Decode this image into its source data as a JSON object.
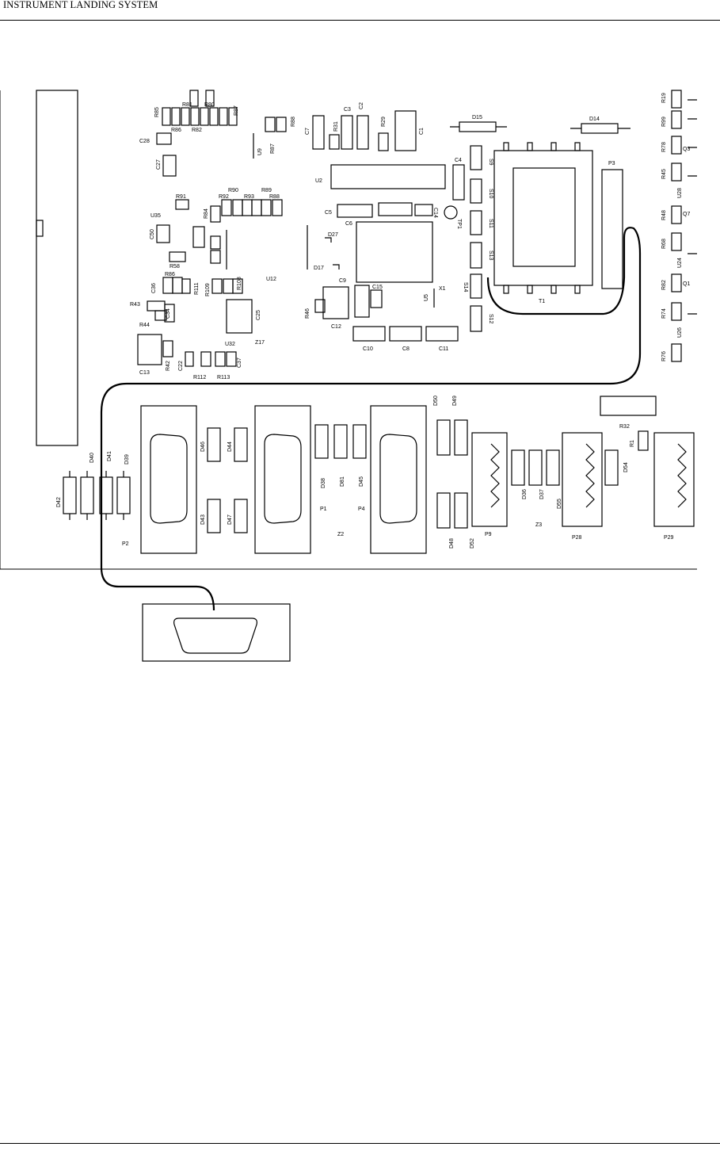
{
  "header": {
    "title": "INSTRUMENT LANDING SYSTEM"
  },
  "diagram": {
    "components": [
      {
        "id": "R81",
        "label": "R81"
      },
      {
        "id": "R80",
        "label": "R80"
      },
      {
        "id": "R85",
        "label": "R85"
      },
      {
        "id": "R86",
        "label": "R86"
      },
      {
        "id": "R82",
        "label": "R82"
      },
      {
        "id": "R87",
        "label": "R87"
      },
      {
        "id": "C28",
        "label": "C28"
      },
      {
        "id": "C27",
        "label": "C27"
      },
      {
        "id": "C7",
        "label": "C7"
      },
      {
        "id": "R31",
        "label": "R31"
      },
      {
        "id": "C3",
        "label": "C3"
      },
      {
        "id": "C2",
        "label": "C2"
      },
      {
        "id": "R29",
        "label": "R29"
      },
      {
        "id": "C1",
        "label": "C1"
      },
      {
        "id": "R87b",
        "label": "R87"
      },
      {
        "id": "R88",
        "label": "R88"
      },
      {
        "id": "U9",
        "label": "U9"
      },
      {
        "id": "D15",
        "label": "D15"
      },
      {
        "id": "D14",
        "label": "D14"
      },
      {
        "id": "R19",
        "label": "R19"
      },
      {
        "id": "R99",
        "label": "R99"
      },
      {
        "id": "R78",
        "label": "R78"
      },
      {
        "id": "Q3",
        "label": "Q3"
      },
      {
        "id": "R45",
        "label": "R45"
      },
      {
        "id": "U28",
        "label": "U28"
      },
      {
        "id": "R48",
        "label": "R48"
      },
      {
        "id": "Q7",
        "label": "Q7"
      },
      {
        "id": "R68",
        "label": "R68"
      },
      {
        "id": "U24",
        "label": "U24"
      },
      {
        "id": "R82b",
        "label": "R82"
      },
      {
        "id": "Q1",
        "label": "Q1"
      },
      {
        "id": "R74",
        "label": "R74"
      },
      {
        "id": "U26",
        "label": "U26"
      },
      {
        "id": "R76",
        "label": "R76"
      },
      {
        "id": "U2",
        "label": "U2"
      },
      {
        "id": "C4",
        "label": "C4"
      },
      {
        "id": "S9",
        "label": "S9"
      },
      {
        "id": "S10",
        "label": "S10"
      },
      {
        "id": "S11",
        "label": "S11"
      },
      {
        "id": "S13",
        "label": "S13"
      },
      {
        "id": "S14",
        "label": "S14"
      },
      {
        "id": "S12",
        "label": "S12"
      },
      {
        "id": "TP1",
        "label": "TP1"
      },
      {
        "id": "T1",
        "label": "T1"
      },
      {
        "id": "P3",
        "label": "P3"
      },
      {
        "id": "R91",
        "label": "R91"
      },
      {
        "id": "R92",
        "label": "R92"
      },
      {
        "id": "R90",
        "label": "R90"
      },
      {
        "id": "R93",
        "label": "R93"
      },
      {
        "id": "R89",
        "label": "R89"
      },
      {
        "id": "R88b",
        "label": "R88"
      },
      {
        "id": "R84",
        "label": "R84"
      },
      {
        "id": "U35",
        "label": "U35"
      },
      {
        "id": "C50",
        "label": "C50"
      },
      {
        "id": "C5",
        "label": "C5"
      },
      {
        "id": "C6",
        "label": "C6"
      },
      {
        "id": "C14",
        "label": "C14"
      },
      {
        "id": "D27",
        "label": "D27"
      },
      {
        "id": "D17",
        "label": "D17"
      },
      {
        "id": "C9",
        "label": "C9"
      },
      {
        "id": "C15",
        "label": "C15"
      },
      {
        "id": "X1",
        "label": "X1"
      },
      {
        "id": "U5",
        "label": "U5"
      },
      {
        "id": "R58",
        "label": "R58"
      },
      {
        "id": "C36",
        "label": "C36"
      },
      {
        "id": "R86b",
        "label": "R86"
      },
      {
        "id": "R111",
        "label": "R111"
      },
      {
        "id": "R109",
        "label": "R109"
      },
      {
        "id": "R108",
        "label": "R108"
      },
      {
        "id": "U12",
        "label": "U12"
      },
      {
        "id": "R43",
        "label": "R43"
      },
      {
        "id": "R44",
        "label": "R44"
      },
      {
        "id": "C34",
        "label": "C34"
      },
      {
        "id": "C25",
        "label": "C25"
      },
      {
        "id": "U32",
        "label": "U32"
      },
      {
        "id": "Z17",
        "label": "Z17"
      },
      {
        "id": "R46",
        "label": "R46"
      },
      {
        "id": "C12",
        "label": "C12"
      },
      {
        "id": "C10",
        "label": "C10"
      },
      {
        "id": "C8",
        "label": "C8"
      },
      {
        "id": "C11",
        "label": "C11"
      },
      {
        "id": "C13",
        "label": "C13"
      },
      {
        "id": "R42",
        "label": "R42"
      },
      {
        "id": "C22",
        "label": "C22"
      },
      {
        "id": "R112",
        "label": "R112"
      },
      {
        "id": "R113",
        "label": "R113"
      },
      {
        "id": "C37",
        "label": "C37"
      },
      {
        "id": "D42",
        "label": "D42"
      },
      {
        "id": "D40",
        "label": "D40"
      },
      {
        "id": "D41",
        "label": "D41"
      },
      {
        "id": "D39",
        "label": "D39"
      },
      {
        "id": "P2",
        "label": "P2"
      },
      {
        "id": "D46",
        "label": "D46"
      },
      {
        "id": "D44",
        "label": "D44"
      },
      {
        "id": "D43",
        "label": "D43"
      },
      {
        "id": "D47",
        "label": "D47"
      },
      {
        "id": "D38",
        "label": "D38"
      },
      {
        "id": "D81",
        "label": "D81"
      },
      {
        "id": "D45",
        "label": "D45"
      },
      {
        "id": "P1",
        "label": "P1"
      },
      {
        "id": "P4",
        "label": "P4"
      },
      {
        "id": "Z2",
        "label": "Z2"
      },
      {
        "id": "D50",
        "label": "D50"
      },
      {
        "id": "D49",
        "label": "D49"
      },
      {
        "id": "D48",
        "label": "D48"
      },
      {
        "id": "D52",
        "label": "D52"
      },
      {
        "id": "P9",
        "label": "P9"
      },
      {
        "id": "D36",
        "label": "D36"
      },
      {
        "id": "D37",
        "label": "D37"
      },
      {
        "id": "D55",
        "label": "D55"
      },
      {
        "id": "Z3",
        "label": "Z3"
      },
      {
        "id": "P28",
        "label": "P28"
      },
      {
        "id": "R32",
        "label": "R32"
      },
      {
        "id": "R1",
        "label": "R1"
      },
      {
        "id": "D54",
        "label": "D54"
      },
      {
        "id": "P29",
        "label": "P29"
      }
    ]
  }
}
